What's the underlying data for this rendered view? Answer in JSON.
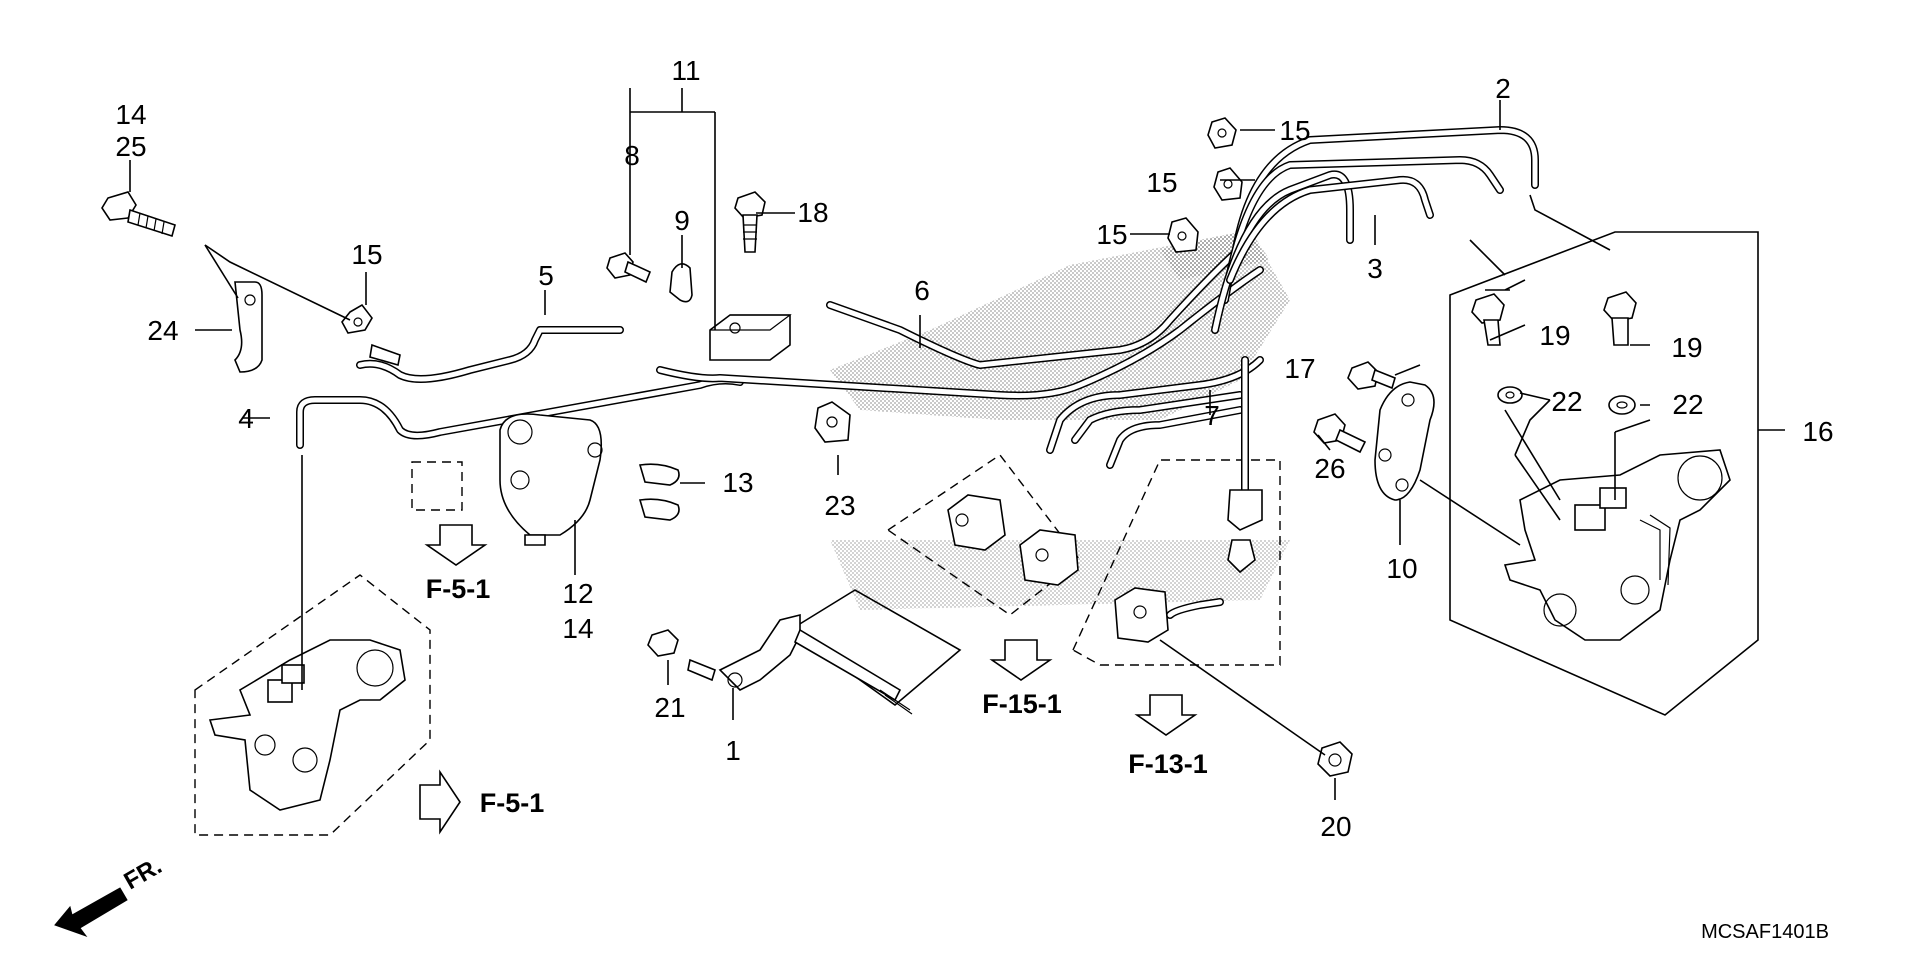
{
  "diagram": {
    "callouts": [
      {
        "id": "c14a",
        "text": "14"
      },
      {
        "id": "c25",
        "text": "25"
      },
      {
        "id": "c11",
        "text": "11"
      },
      {
        "id": "c8",
        "text": "8"
      },
      {
        "id": "c9",
        "text": "9"
      },
      {
        "id": "c18",
        "text": "18"
      },
      {
        "id": "c15a",
        "text": "15"
      },
      {
        "id": "c15b",
        "text": "15"
      },
      {
        "id": "c15c",
        "text": "15"
      },
      {
        "id": "c15d",
        "text": "15"
      },
      {
        "id": "c2",
        "text": "2"
      },
      {
        "id": "c3",
        "text": "3"
      },
      {
        "id": "c5",
        "text": "5"
      },
      {
        "id": "c6",
        "text": "6"
      },
      {
        "id": "c24",
        "text": "24"
      },
      {
        "id": "c4",
        "text": "4"
      },
      {
        "id": "c13",
        "text": "13"
      },
      {
        "id": "c12",
        "text": "12"
      },
      {
        "id": "c14b",
        "text": "14"
      },
      {
        "id": "c23",
        "text": "23"
      },
      {
        "id": "c7",
        "text": "7"
      },
      {
        "id": "c17",
        "text": "17"
      },
      {
        "id": "c19a",
        "text": "19"
      },
      {
        "id": "c19b",
        "text": "19"
      },
      {
        "id": "c22a",
        "text": "22"
      },
      {
        "id": "c22b",
        "text": "22"
      },
      {
        "id": "c16",
        "text": "16"
      },
      {
        "id": "c26",
        "text": "26"
      },
      {
        "id": "c10",
        "text": "10"
      },
      {
        "id": "c21",
        "text": "21"
      },
      {
        "id": "c1",
        "text": "1"
      },
      {
        "id": "c20",
        "text": "20"
      }
    ],
    "section_refs": [
      {
        "id": "r1",
        "text": "F-5-1"
      },
      {
        "id": "r2",
        "text": "F-15-1"
      },
      {
        "id": "r3",
        "text": "F-13-1"
      },
      {
        "id": "r4",
        "text": "F-5-1"
      }
    ],
    "front_label": "FR.",
    "diagram_code": "MCSAF1401B"
  }
}
